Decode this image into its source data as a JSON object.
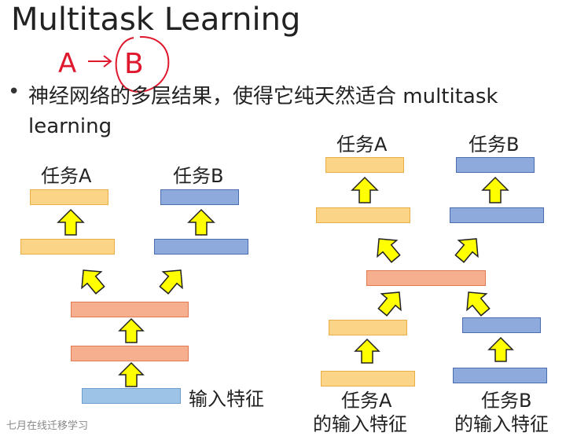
{
  "slide": {
    "title": "Multitask Learning",
    "handwriting": {
      "a": "A",
      "b": "B"
    },
    "bullet_marker": "•",
    "bullet_text": "神经网络的多层结果，使得它纯天然适合 multitask learning"
  },
  "left_diagram": {
    "task_a_label": "任务A",
    "task_b_label": "任务B",
    "input_label": "输入特征"
  },
  "right_diagram": {
    "task_a_label": "任务A",
    "task_b_label": "任务B",
    "input_a_line1": "任务A",
    "input_a_line2": "的输入特征",
    "input_b_line1": "任务B",
    "input_b_line2": "的输入特征"
  },
  "colors": {
    "task_a_bar": "#fbd487",
    "task_b_bar": "#8ea9db",
    "shared_bar": "#f7b08f",
    "input_bar": "#9dc3e6",
    "arrow_fill": "#ffff00",
    "handwriting": "#e0182d"
  },
  "watermark": "七月在线迁移学习"
}
